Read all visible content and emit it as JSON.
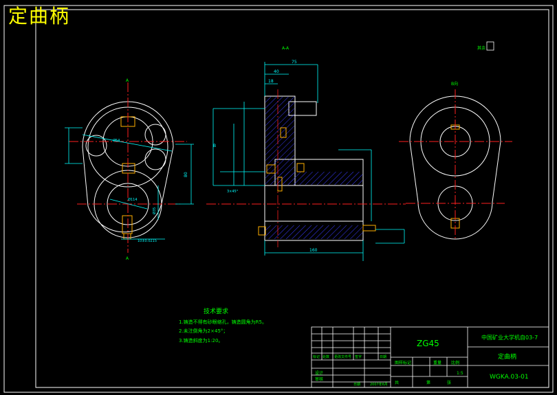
{
  "sheet_title": "定曲柄",
  "section_label": "A-A",
  "view_b_label": "B向",
  "view_a_top": "A",
  "view_a_bottom": "A",
  "roughness_note": "其余",
  "dims": {
    "d75": "75",
    "d40": "40",
    "d18": "18",
    "d80": "80",
    "d160": "160",
    "dia54": "Ø54",
    "dia114": "Ø114",
    "dia35": "Ø35",
    "chamfer": "3×45°",
    "tol": "10±0.0215",
    "b_mark": "B"
  },
  "tech": {
    "title": "技术要求",
    "items": [
      "1.铸造不得有砂眼缩孔，铸造圆角为R5。",
      "2.未注倒角为2×45°；",
      "3.铸造斜度为1:20。"
    ]
  },
  "title_block": {
    "material": "ZG45",
    "school": "中国矿业大学机自03-7",
    "part_name": "定曲柄",
    "drawing_no": "WGKA.03-01",
    "scale": "1:5",
    "hdr_stage": "图样标记",
    "hdr_weight": "重量",
    "hdr_scale": "比例",
    "design": "设计",
    "check": "审核",
    "date": "2007年6月",
    "sheet_total": "共",
    "sheet_page": "第",
    "sheet_count": "张",
    "rev_mark": "标记",
    "rev_count": "处数",
    "rev_doc": "更改文件号",
    "rev_sign": "签字",
    "rev_date": "日期",
    "date_label": "日期"
  },
  "colors": {
    "frame": "#ffffff",
    "outline": "#ffffff",
    "center": "#ff2020",
    "dim": "#00ffff",
    "hatch": "#3a3aff",
    "text_green": "#00ff00",
    "title_yellow": "#ffff00",
    "key_yellow": "#ffb000"
  }
}
